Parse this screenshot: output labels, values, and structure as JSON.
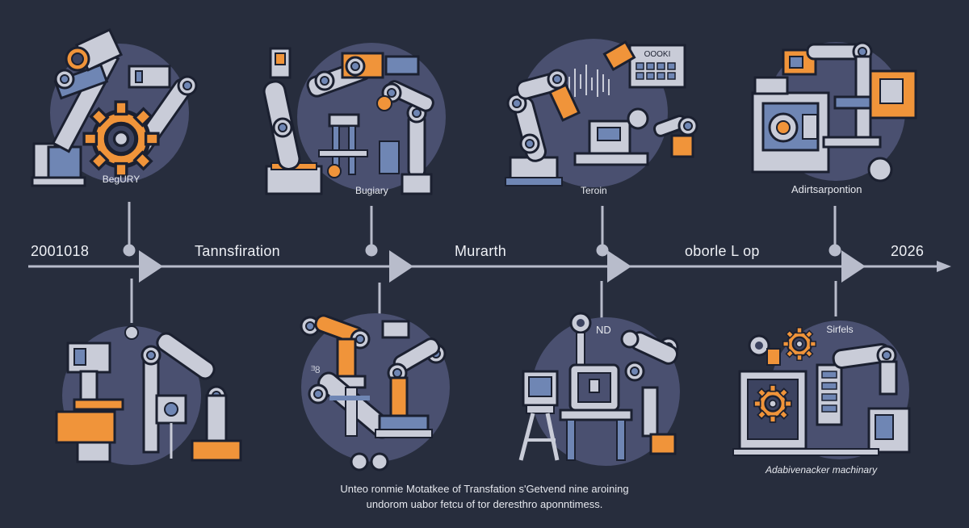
{
  "timeline": {
    "start_label": "2001018",
    "end_label": "2026",
    "segments": [
      "Tannsfiration",
      "Murarth",
      "oborle L op"
    ]
  },
  "cards": {
    "top": [
      {
        "label": ""
      },
      {
        "label": "Bugiary"
      },
      {
        "label": "Teroin"
      },
      {
        "label": "Adirtsarpontion"
      }
    ],
    "bottom": [
      {
        "label": ""
      },
      {
        "label": ""
      },
      {
        "label": ""
      },
      {
        "label": "Adabivenacker machinary"
      }
    ]
  },
  "card_glyphs": {
    "top_1": "BegURY",
    "top_3_panel": "OOOKI",
    "bottom_2": "ᴲ8",
    "bottom_3": "ND",
    "bottom_4": "Sirfels"
  },
  "footer": {
    "line1": "Unteo ronmie Motatkee of Transfation s'Getvend nine aroining",
    "line2": "undorom uabor fetcu of tor deresthro aponntimess."
  },
  "colors": {
    "background": "#272d3d",
    "circle": "#4a5070",
    "accent_orange": "#f0943a",
    "machine_light": "#c9ccd8",
    "machine_blue": "#6f86b4",
    "outline": "#1b2030"
  }
}
